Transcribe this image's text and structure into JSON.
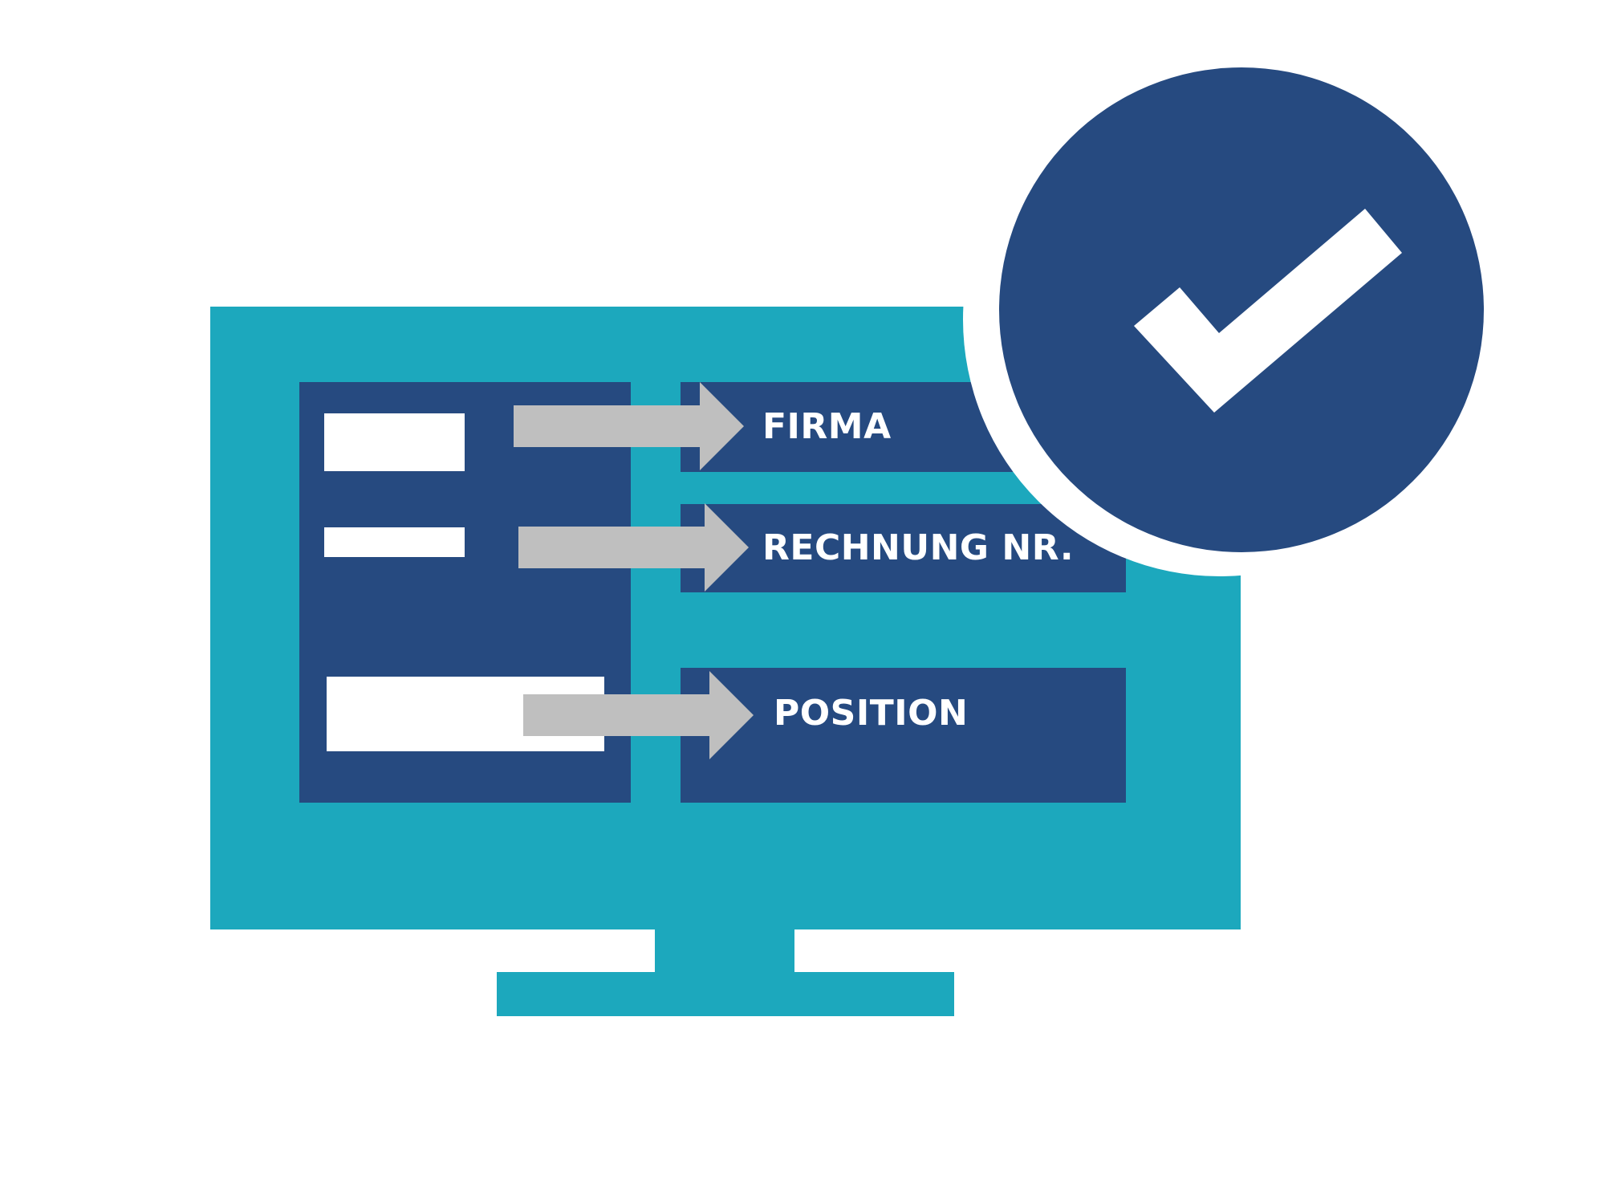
{
  "fields": {
    "firma": "FIRMA",
    "rechnung": "RECHNUNG NR.",
    "position": "POSITION"
  },
  "colors": {
    "monitor": "#1ca8bd",
    "panel": "#264a80",
    "arrow": "#bfbfbf",
    "background": "#ffffff",
    "check": "#ffffff"
  },
  "icons": {
    "badge": "checkmark-icon",
    "arrows": "arrow-right-icon"
  }
}
